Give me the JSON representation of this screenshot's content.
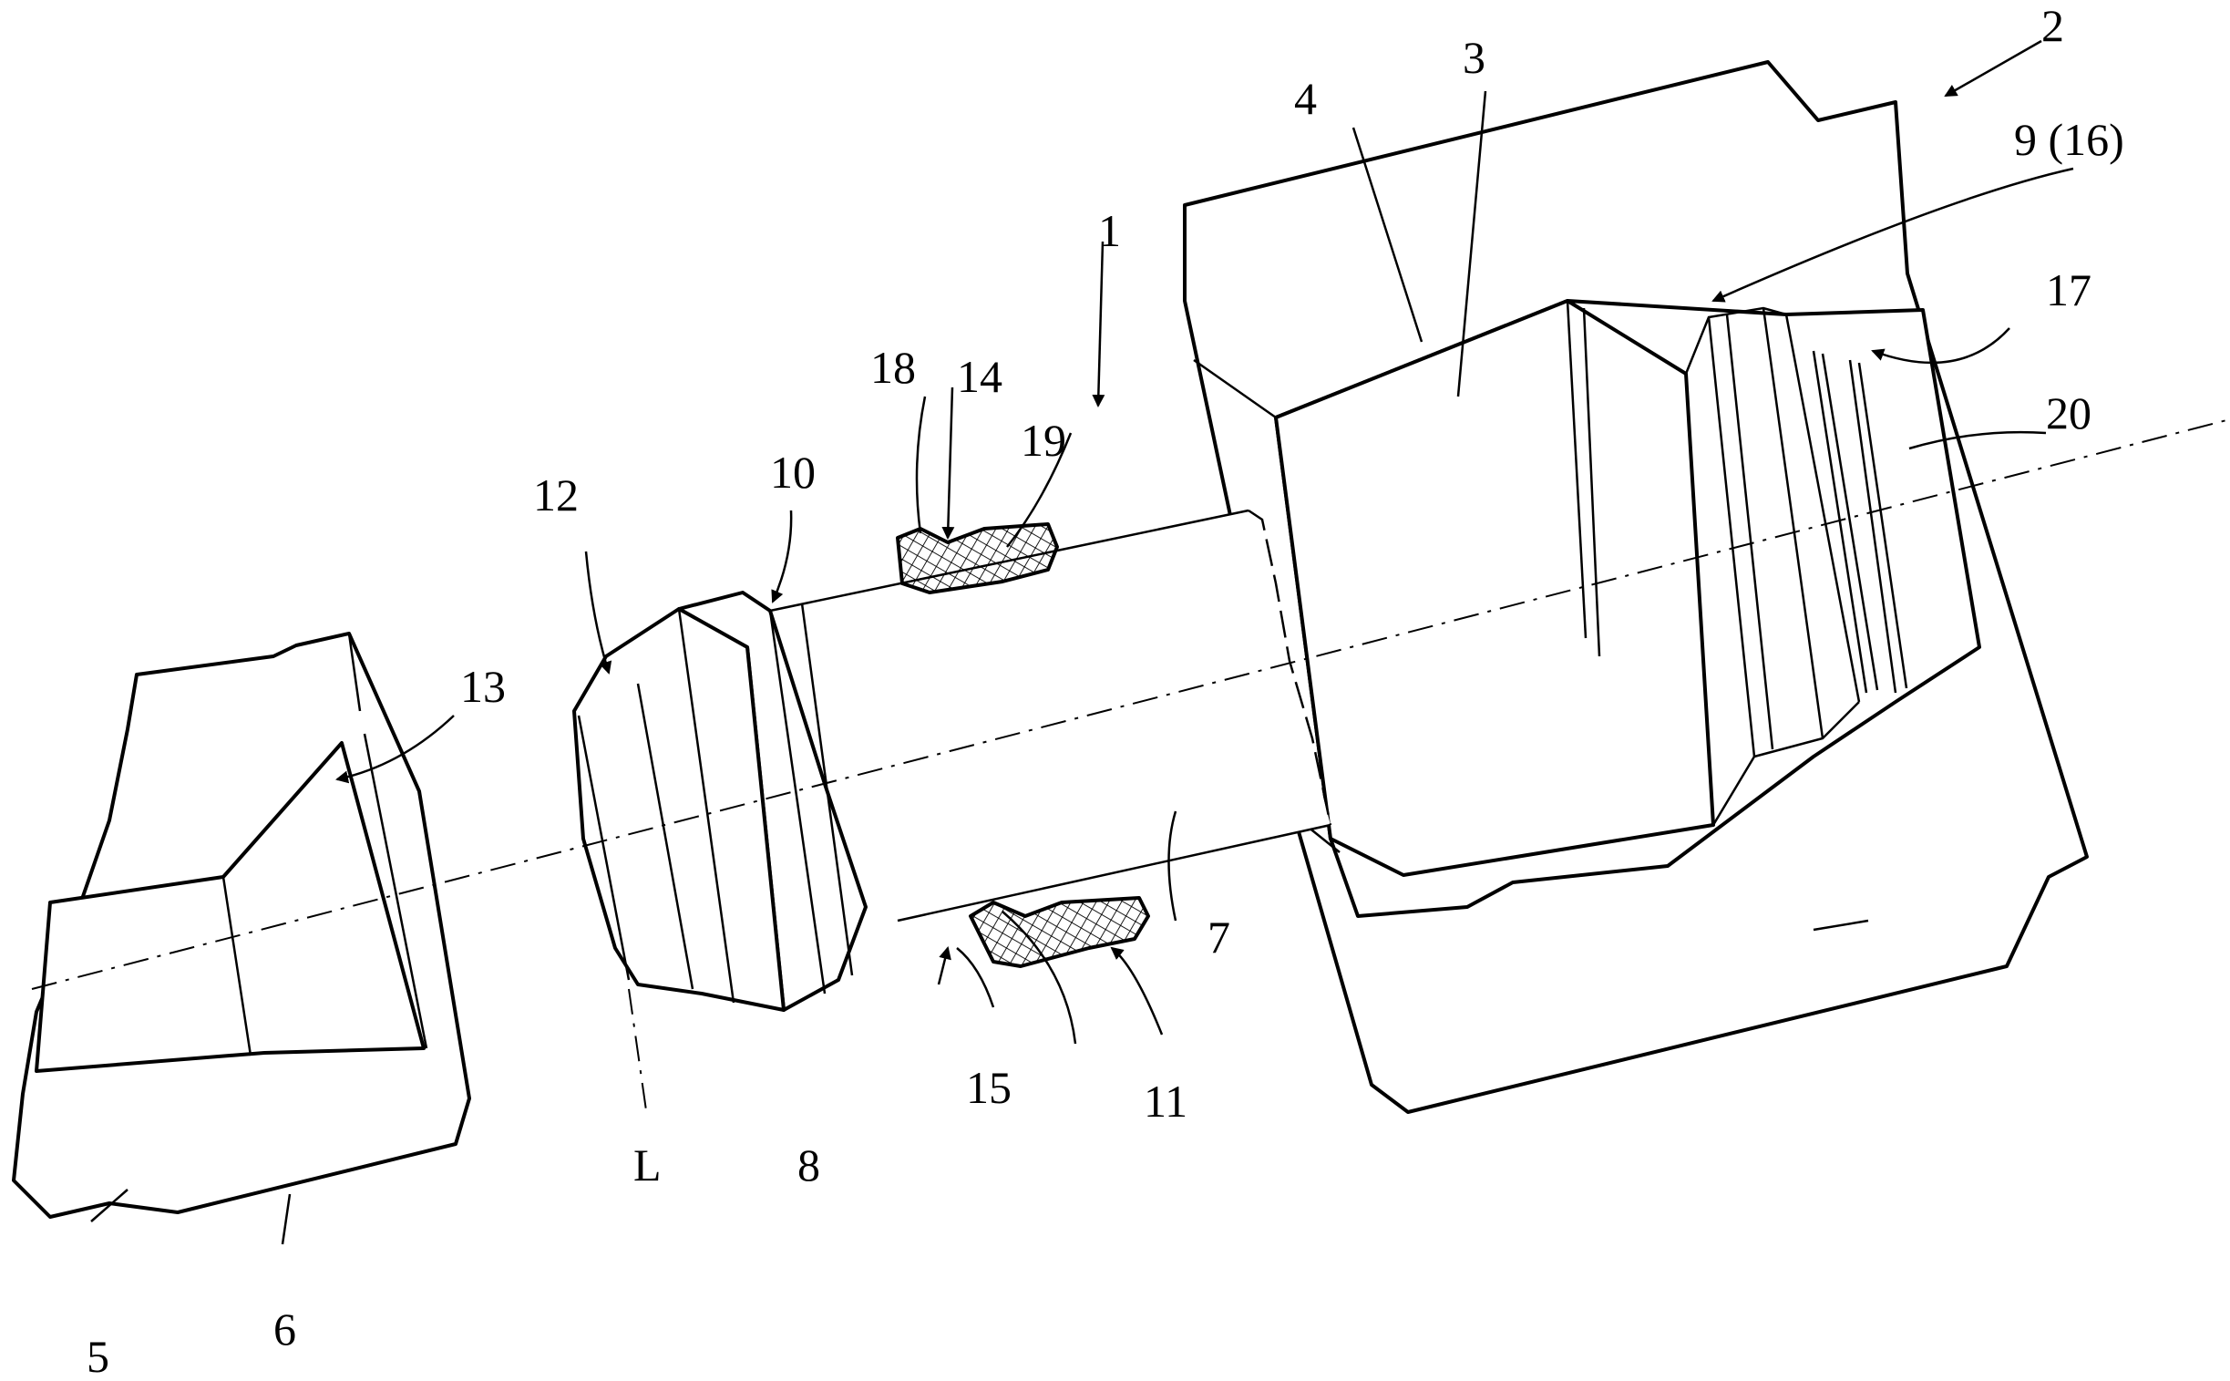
{
  "labels": {
    "l1": "1",
    "l2": "2",
    "l3": "3",
    "l4": "4",
    "l5": "5",
    "l6": "6",
    "l7": "7",
    "l8": "8",
    "l9": "9 (16)",
    "l10": "10",
    "l11": "11",
    "l12": "12",
    "l13": "13",
    "l14": "14",
    "l15": "15",
    "l17": "17",
    "l18": "18",
    "l19": "19",
    "l20": "20",
    "lL": "L"
  },
  "colors": {
    "line": "#000000",
    "background": "#ffffff"
  }
}
